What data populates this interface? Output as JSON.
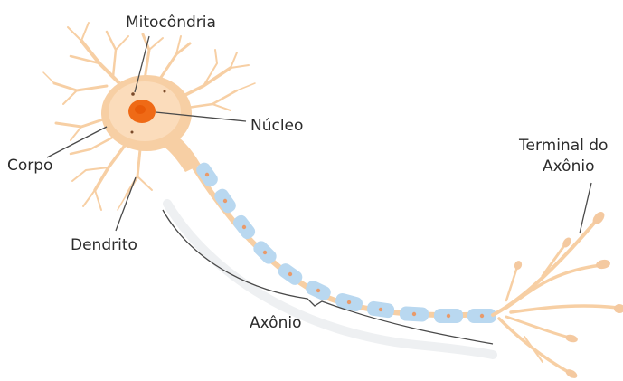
{
  "labels": {
    "mitocondria": "Mitocôndria",
    "nucleo": "Núcleo",
    "corpo": "Corpo",
    "dendrito": "Dendrito",
    "terminal_line1": "Terminal do",
    "terminal_line2": "Axônio",
    "axonio": "Axônio"
  },
  "colors": {
    "neuron_fill": "#f7cfa4",
    "soma_fill": "#fbd8b2",
    "nucleus": "#ef6a16",
    "myelin": "#b9d8f0",
    "myelin_node": "#e89a6a",
    "leader": "#4a4a4a"
  }
}
